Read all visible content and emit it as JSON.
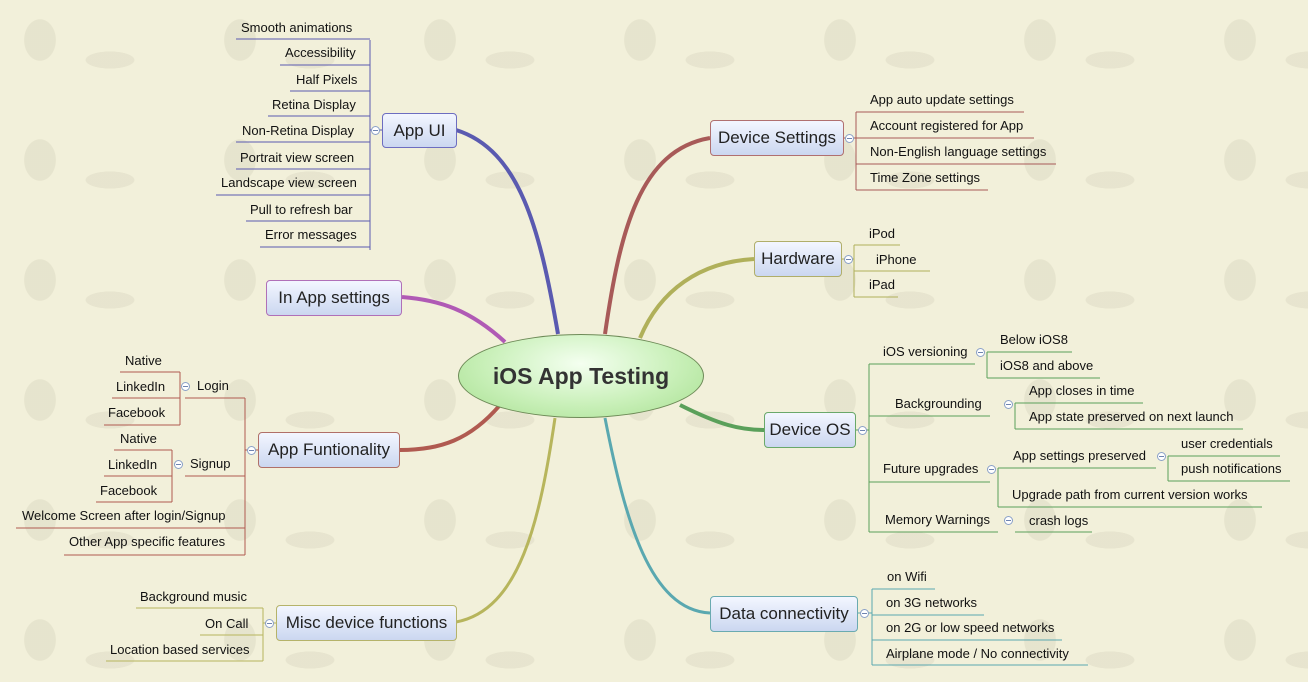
{
  "center": "iOS App Testing",
  "branches": {
    "app_ui": {
      "label": "App UI",
      "items": [
        "Smooth animations",
        "Accessibility",
        "Half Pixels",
        "Retina Display",
        "Non-Retina Display",
        "Portrait view screen",
        "Landscape view screen",
        "Pull to refresh bar",
        "Error messages"
      ]
    },
    "in_app_settings": {
      "label": "In App settings"
    },
    "app_functionality": {
      "label": "App Funtionality",
      "login": {
        "label": "Login",
        "items": [
          "Native",
          "LinkedIn",
          "Facebook"
        ]
      },
      "signup": {
        "label": "Signup",
        "items": [
          "Native",
          "LinkedIn",
          "Facebook"
        ]
      },
      "items": [
        "Welcome Screen after login/Signup",
        "Other App specific features"
      ]
    },
    "misc": {
      "label": "Misc device functions",
      "items": [
        "Background music",
        "On Call",
        "Location based services"
      ]
    },
    "device_settings": {
      "label": "Device Settings",
      "items": [
        "App auto update settings",
        "Account registered for App",
        "Non-English language settings",
        "Time Zone settings"
      ]
    },
    "hardware": {
      "label": "Hardware",
      "items": [
        "iPod",
        "iPhone",
        "iPad"
      ]
    },
    "device_os": {
      "label": "Device OS",
      "ios_versioning": {
        "label": "iOS versioning",
        "items": [
          "Below iOS8",
          "iOS8 and above"
        ]
      },
      "backgrounding": {
        "label": "Backgrounding",
        "items": [
          "App closes in time",
          "App state preserved on next launch"
        ]
      },
      "future_upgrades": {
        "label": "Future upgrades",
        "settings_preserved": {
          "label": "App settings preserved",
          "items": [
            "user credentials",
            "push notifications"
          ]
        },
        "upgrade_path": "Upgrade path from current version works"
      },
      "memory_warnings": {
        "label": "Memory Warnings",
        "items": [
          "crash logs"
        ]
      }
    },
    "data_connectivity": {
      "label": "Data connectivity",
      "items": [
        "on Wifi",
        "on 3G networks",
        "on 2G or low speed networks",
        "Airplane mode /  No connectivity"
      ]
    }
  },
  "colors": {
    "background": "#f2f0da",
    "center_fill": "#c9f0b9",
    "app_ui_branch": "#5a5ab0",
    "in_app_branch": "#b05ab5",
    "functionality_branch": "#b05a50",
    "misc_branch": "#b7b55c",
    "device_settings_branch": "#a85a58",
    "hardware_branch": "#b0b05a",
    "device_os_branch": "#5aa05a",
    "data_branch": "#5aa8b0"
  }
}
